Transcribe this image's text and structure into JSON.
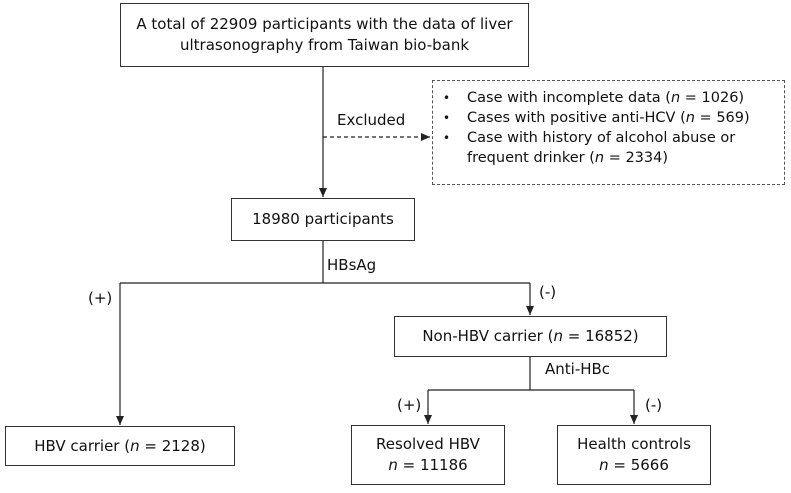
{
  "boxes": {
    "total": {
      "line1": "A total of 22909 participants with the data of liver",
      "line2": "ultrasonography from Taiwan bio-bank"
    },
    "participants": {
      "text": "18980 participants"
    },
    "non_hbv": {
      "prefix": "Non-HBV carrier (",
      "n": "n",
      "suffix": " = 16852)"
    },
    "hbv_carrier": {
      "prefix": "HBV carrier (",
      "n": "n",
      "suffix": " = 2128)"
    },
    "resolved_hbv": {
      "title": "Resolved HBV",
      "n": "n",
      "value": " = 11186"
    },
    "health_controls": {
      "title": "Health controls",
      "n": "n",
      "value": " = 5666"
    }
  },
  "exclusions": [
    {
      "pre": "Case with incomplete data (",
      "n": "n",
      "post": " = 1026)"
    },
    {
      "pre": "Cases with positive anti-HCV (",
      "n": "n",
      "post": " = 569)"
    },
    {
      "line1": "Case with history of alcohol abuse or",
      "pre": "frequent drinker (",
      "n": "n",
      "post": " = 2334)"
    }
  ],
  "labels": {
    "excluded": "Excluded",
    "hbsag": "HBsAg",
    "anti_hbc": "Anti-HBc",
    "hbsag_pos": "(+)",
    "hbsag_neg": "(-)",
    "antihbc_pos": "(+)",
    "antihbc_neg": "(-)"
  }
}
